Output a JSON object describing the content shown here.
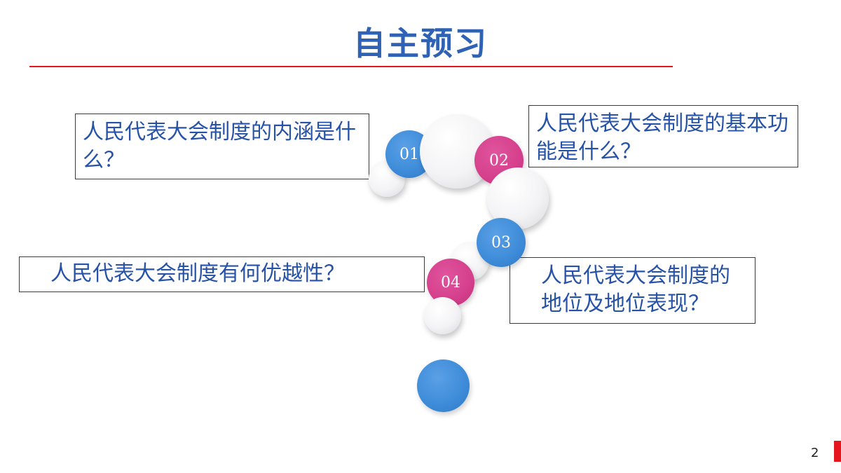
{
  "slide": {
    "title": "自主预习",
    "page_number": "2",
    "accent_color": "#e4161e",
    "title_color": "#2f62b5"
  },
  "questions": [
    {
      "number": "01",
      "text": "人民代表大会制度的内涵是什么？"
    },
    {
      "number": "02",
      "text": "人民代表大会制度的基本功能是什么？"
    },
    {
      "number": "03",
      "text": "人民代表大会制度的地位及地位表现？"
    },
    {
      "number": "04",
      "text": "人民代表大会制度有何优越性？"
    }
  ],
  "colors": {
    "blue_circle": "#3d8bd8",
    "pink_circle": "#d53f8c",
    "question_text": "#2653a8"
  }
}
